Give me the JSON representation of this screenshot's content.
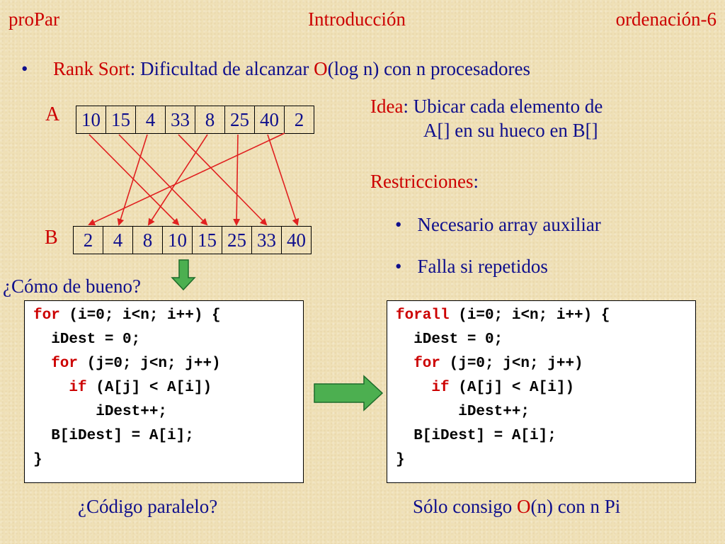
{
  "header": {
    "left": "proPar",
    "center": "Introducción",
    "right": "ordenación-6"
  },
  "main_bullet": {
    "bullet": "•",
    "term": "Rank Sort",
    "colon": ":",
    "text1": " Dificultad de alcanzar ",
    "o": "O",
    "text2": "(log n) con n procesadores"
  },
  "array_a": {
    "label": "A",
    "values": [
      "10",
      "15",
      "4",
      "33",
      "8",
      "25",
      "40",
      "2"
    ]
  },
  "array_b": {
    "label": "B",
    "values": [
      "2",
      "4",
      "8",
      "10",
      "15",
      "25",
      "33",
      "40"
    ]
  },
  "idea": {
    "term": "Idea",
    "colon": ":",
    "line1": " Ubicar cada elemento de",
    "line2": "A[] en su hueco en B[]"
  },
  "restricciones": {
    "term": "Restricciones",
    "colon": ":",
    "bullet": "•",
    "items": [
      "Necesario array auxiliar",
      "Falla si repetidos"
    ]
  },
  "question_quality": "¿Cómo de bueno?",
  "code_sequential": [
    {
      "kw": "for",
      "rest": " (i=0; i<n; i++) {"
    },
    {
      "kw": "",
      "rest": "  iDest = 0;"
    },
    {
      "kw": "  for",
      "rest": " (j=0; j<n; j++)"
    },
    {
      "kw": "    if",
      "rest": " (A[j] < A[i])"
    },
    {
      "kw": "",
      "rest": "       iDest++;"
    },
    {
      "kw": "",
      "rest": "  B[iDest] = A[i];"
    },
    {
      "kw": "",
      "rest": "}"
    }
  ],
  "code_parallel": [
    {
      "kw": "forall",
      "rest": " (i=0; i<n; i++) {"
    },
    {
      "kw": "",
      "rest": "  iDest = 0;"
    },
    {
      "kw": "  for",
      "rest": " (j=0; j<n; j++)"
    },
    {
      "kw": "    if",
      "rest": " (A[j] < A[i])"
    },
    {
      "kw": "",
      "rest": "       iDest++;"
    },
    {
      "kw": "",
      "rest": "  B[iDest] = A[i];"
    },
    {
      "kw": "",
      "rest": "}"
    }
  ],
  "caption_left": "¿Código paralelo?",
  "caption_right": {
    "before": "Sólo consigo ",
    "o": "O",
    "after": "(n) con n Pi"
  },
  "colors": {
    "red": "#cc0000",
    "navy": "#0f0f8c",
    "arrow_green": "#4caf50",
    "background": "#efe0b6"
  }
}
